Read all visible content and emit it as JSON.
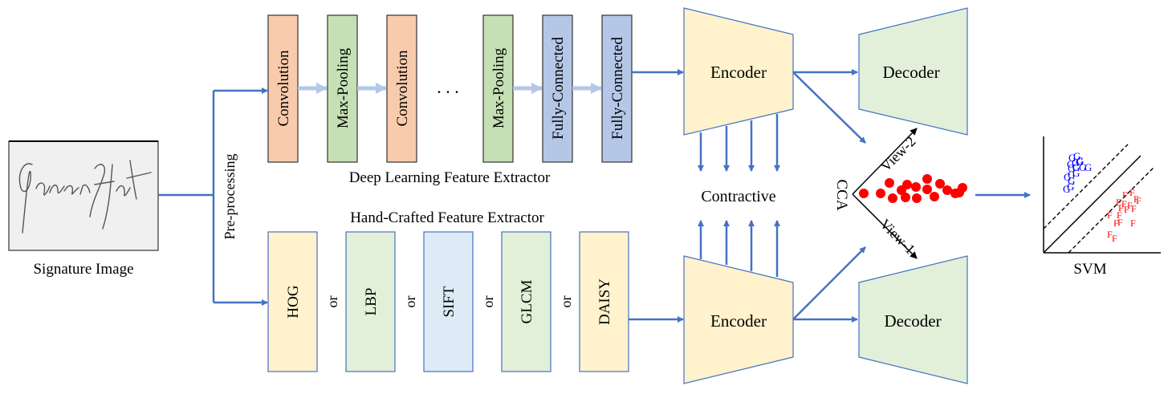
{
  "colors": {
    "arrow_blue": "#4472c4",
    "arrow_light": "#b4c7e7",
    "conv_fill": "#f8cbad",
    "pool_fill": "#c5e0b4",
    "fc_fill": "#b4c7e7",
    "hog_fill": "#fff2cc",
    "lbp_fill": "#e2f0d9",
    "sift_fill": "#deebf7",
    "glcm_fill": "#e2f0d9",
    "daisy_fill": "#fff2cc",
    "encoder_fill": "#fff2cc",
    "decoder_fill": "#e2f0d9",
    "dot_red": "#ff0000",
    "genuine_blue": "#0000ff",
    "forged_red": "#ff0000"
  },
  "input": {
    "signature_text": "Jason Holt",
    "caption": "Signature Image",
    "preprocessing_label": "Pre-processing"
  },
  "deep_extractor": {
    "title": "Deep Learning Feature Extractor",
    "layers": [
      "Convolution",
      "Max-Pooling",
      "Convolution",
      "Max-Pooling",
      "Fully-Connected",
      "Fully-Connected"
    ],
    "ellipsis": ". . ."
  },
  "handcrafted_extractor": {
    "title": "Hand-Crafted Feature Extractor",
    "features": [
      "HOG",
      "LBP",
      "SIFT",
      "GLCM",
      "DAISY"
    ],
    "separator": "or"
  },
  "autoencoders": {
    "top_encoder": "Encoder",
    "top_decoder": "Decoder",
    "bottom_encoder": "Encoder",
    "bottom_decoder": "Decoder",
    "contractive_label": "Contractive"
  },
  "cca": {
    "label": "CCA",
    "view2_label": "View-2",
    "view1_label": "View-1",
    "point_count": 17
  },
  "svm": {
    "label": "SVM",
    "genuine_symbol": "G",
    "forged_symbol": "F",
    "genuine_count": 16,
    "forged_count": 17
  }
}
